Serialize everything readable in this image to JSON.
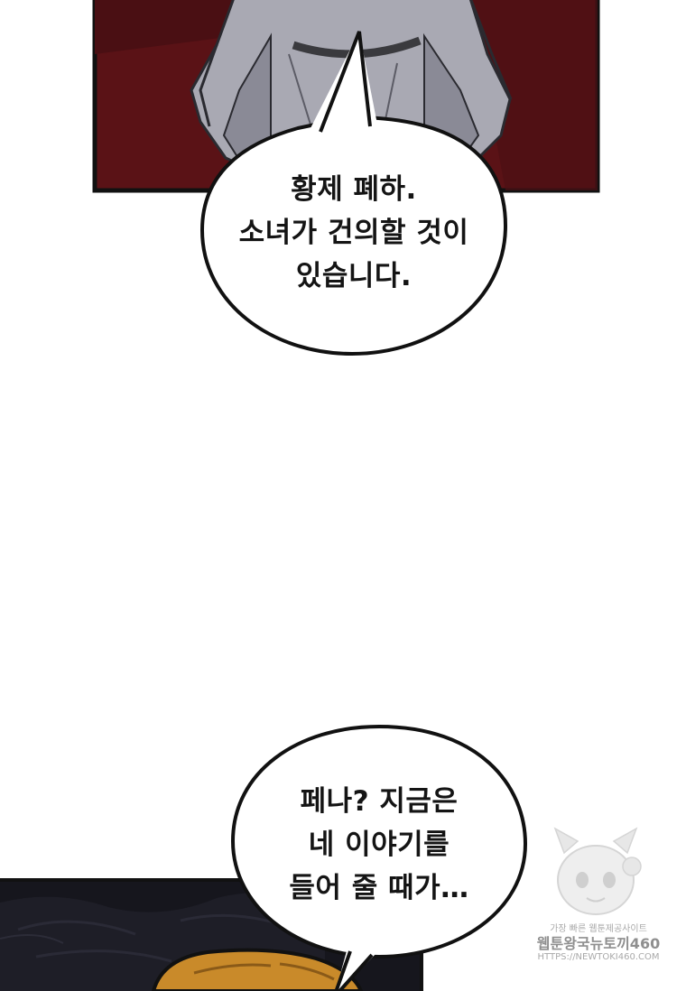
{
  "panel_top": {
    "colors": {
      "background": "#5a1216",
      "robe": "#a9a9b3",
      "robe_shadow": "#7c7c88",
      "belt": "#3a3a3e",
      "border": "#111111"
    }
  },
  "bubble_top": {
    "lines": [
      "황제 폐하.",
      "소녀가 건의할 것이",
      "있습니다."
    ]
  },
  "panel_bottom": {
    "colors": {
      "background": "#16161d",
      "hair": "#c98a2a",
      "border": "#111111"
    }
  },
  "bubble_bottom": {
    "lines": [
      "페나? 지금은",
      "네 이야기를",
      "들어 줄 때가…"
    ]
  },
  "watermark": {
    "line1": "가장 빠른 웹툰제공사이트",
    "line2": "웹툰왕국뉴토끼460",
    "line3": "HTTPS://NEWTOKI460.COM"
  }
}
